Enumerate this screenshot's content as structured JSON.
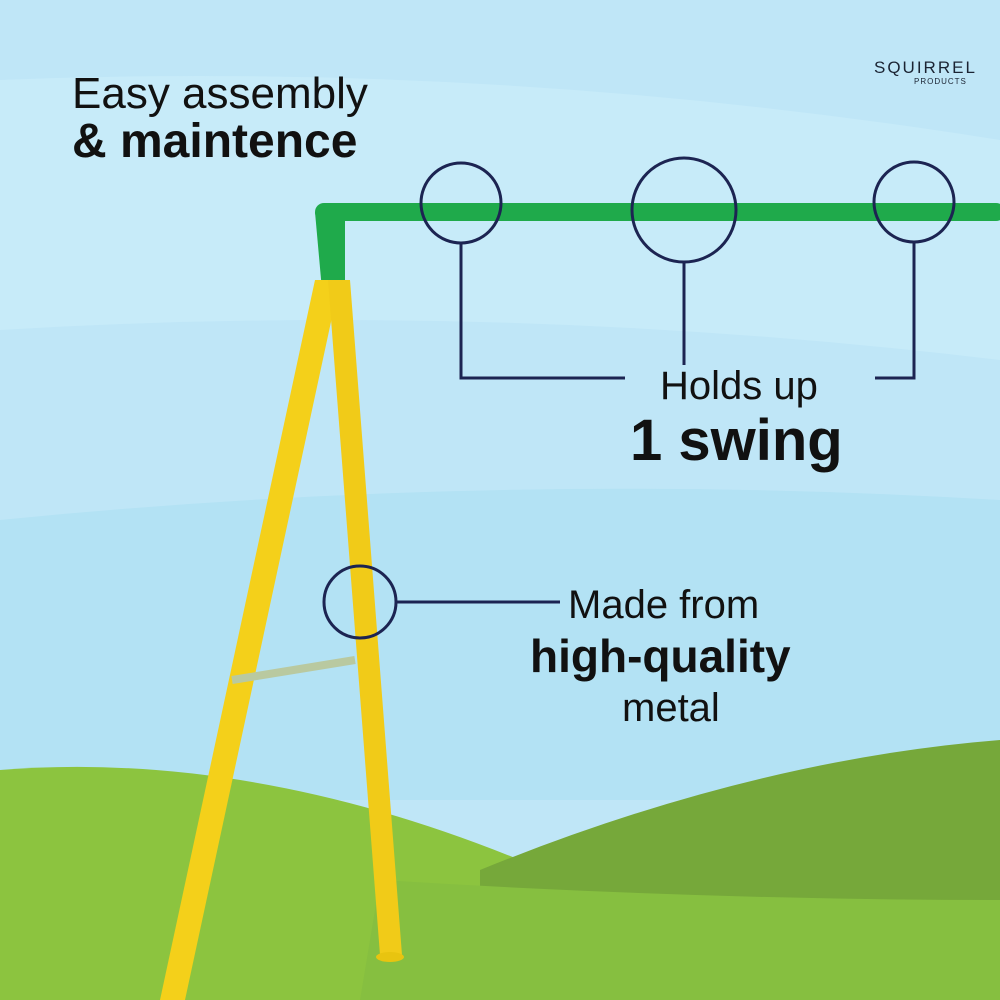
{
  "brand": {
    "name": "SQUIRREL",
    "sub": "PRODUCTS"
  },
  "headline": {
    "line1": "Easy assembly",
    "line2": "& maintence"
  },
  "callout_swing": {
    "line1": "Holds up",
    "line2": "1 swing"
  },
  "callout_metal": {
    "line1": "Made from",
    "line2": "high-quality",
    "line3": "metal"
  },
  "colors": {
    "sky": "#bfe6f7",
    "grass": "#8bc34a",
    "frame_top": "#1faa4b",
    "legs": "#f6d21c",
    "callout": "#1c2452"
  }
}
